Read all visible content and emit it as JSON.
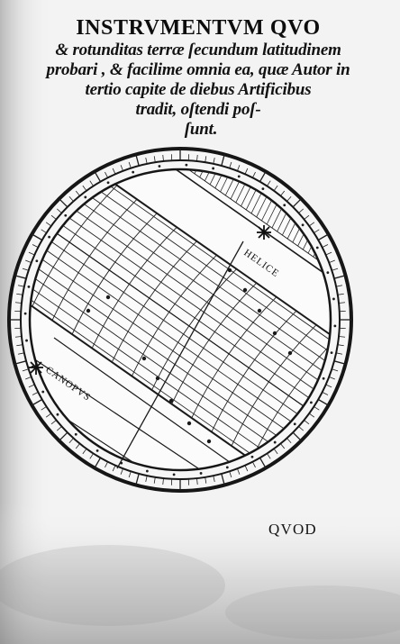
{
  "heading": {
    "title": "INSTRVMENTVM QVO",
    "lines": [
      "& rotunditas terræ ſecundum latitudinem",
      "probari , & facilime omnia ea, quæ Autor in",
      "tertio capite de diebus Artificibus",
      "tradit, oſtendi poſ-",
      "ſunt."
    ]
  },
  "figure": {
    "labels": {
      "upper_star": "HELICE",
      "lower_star": "CANOPVS"
    },
    "colors": {
      "ink": "#141414",
      "paper": "#f3f3f3"
    }
  },
  "catchword": "QVOD"
}
